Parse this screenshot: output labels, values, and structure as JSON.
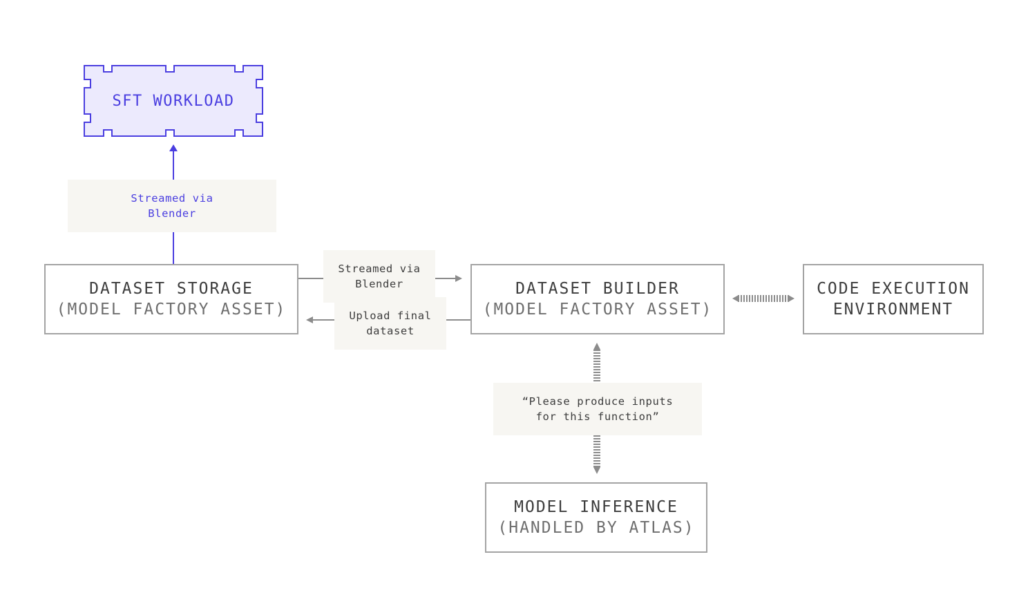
{
  "diagram": {
    "sft_workload": {
      "label": "SFT WORKLOAD"
    },
    "dataset_storage": {
      "title": "DATASET STORAGE",
      "subtitle": "(MODEL FACTORY ASSET)"
    },
    "dataset_builder": {
      "title": "DATASET BUILDER",
      "subtitle": "(MODEL FACTORY ASSET)"
    },
    "code_execution": {
      "line1": "CODE EXECUTION",
      "line2": "ENVIRONMENT"
    },
    "model_inference": {
      "title": "MODEL INFERENCE",
      "subtitle": "(HANDLED BY ATLAS)"
    },
    "edges": {
      "storage_to_sft": {
        "line1": "Streamed via",
        "line2": "Blender"
      },
      "storage_to_builder": {
        "line1": "Streamed via",
        "line2": "Blender"
      },
      "builder_to_storage": {
        "line1": "Upload final",
        "line2": "dataset"
      },
      "builder_inference": {
        "line1": "“Please produce inputs",
        "line2": "for this function”"
      }
    }
  },
  "colors": {
    "accent": "#4a3ee0",
    "accent_fill": "#eceafd",
    "border": "#a3a3a3",
    "arrow": "#8c8c8c",
    "label_bg": "#f7f6f2",
    "text": "#3d3d3d"
  }
}
